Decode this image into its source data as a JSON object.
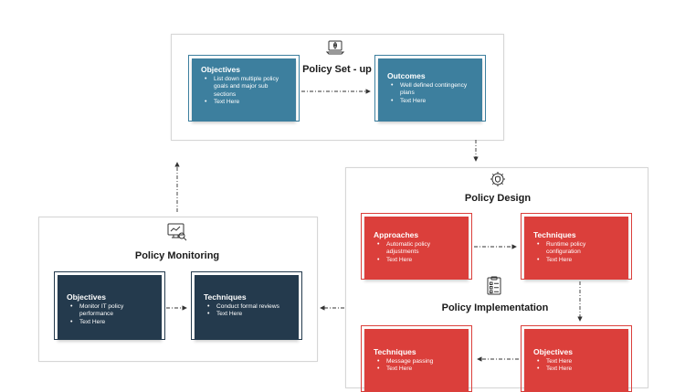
{
  "setup": {
    "title": "Policy Set - up",
    "icon": "laptop-rocket-icon",
    "objectives": {
      "title": "Objectives",
      "items": [
        "List down multiple policy goals and major sub sections",
        "Text Here"
      ]
    },
    "outcomes": {
      "title": "Outcomes",
      "items": [
        "Well defined contingency plans",
        "Text Here"
      ]
    }
  },
  "design": {
    "title": "Policy Design",
    "icon": "gear-shield-icon",
    "approaches": {
      "title": "Approaches",
      "items": [
        "Automatic policy adjustments",
        "Text Here"
      ]
    },
    "techniques": {
      "title": "Techniques",
      "items": [
        "Runtime policy configuration",
        "Text Here"
      ]
    }
  },
  "implementation": {
    "title": "Policy Implementation",
    "icon": "clipboard-checklist-icon",
    "techniques": {
      "title": "Techniques",
      "items": [
        "Message passing",
        "Text Here"
      ]
    },
    "objectives": {
      "title": "Objectives",
      "items": [
        "Text Here",
        "Text Here"
      ]
    }
  },
  "monitoring": {
    "title": "Policy Monitoring",
    "icon": "monitor-magnifier-icon",
    "objectives": {
      "title": "Objectives",
      "items": [
        "Monitor IT policy performance",
        "Text Here"
      ]
    },
    "techniques": {
      "title": "Techniques",
      "items": [
        "Conduct formal reviews",
        "Text Here"
      ]
    }
  },
  "colors": {
    "teal": "#3d7f9e",
    "red": "#db3f3b",
    "navy": "#243a4d",
    "connector": "#333333"
  }
}
